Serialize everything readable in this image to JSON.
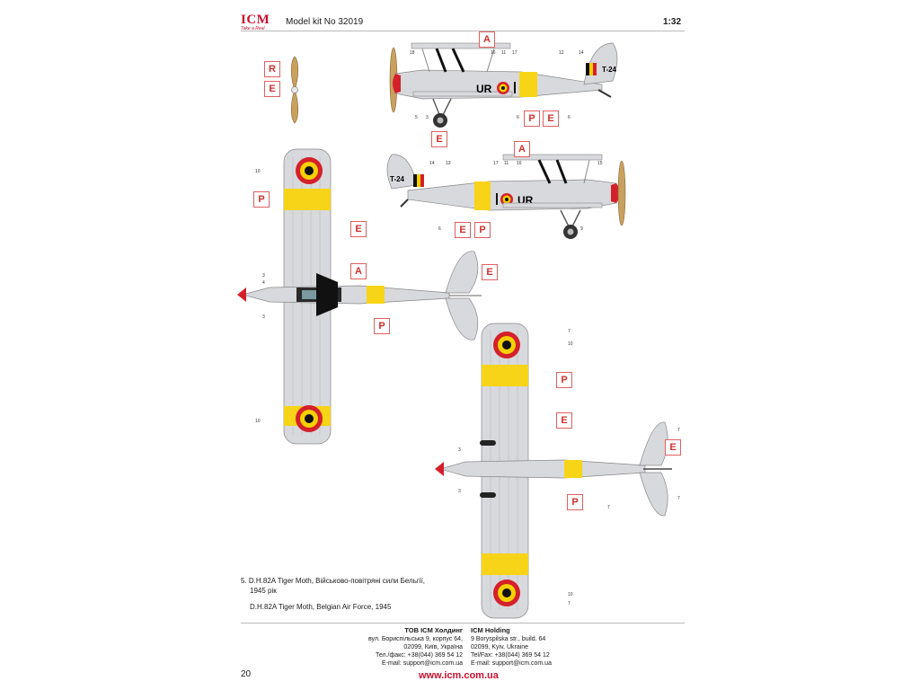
{
  "header": {
    "logo": "ICM",
    "logo_tagline": "Take a Real",
    "kit": "Model kit No 32019",
    "scale": "1:32"
  },
  "key_letters": {
    "A": "A",
    "E": "E",
    "P": "P",
    "R": "R"
  },
  "aircraft": {
    "code_left": "T-24",
    "code_right": "T-24",
    "fuselage_code_left": "UR",
    "fuselage_code_right": "UR"
  },
  "caption": {
    "line1": "5. D.H.82A Tiger Moth, Військово-повітряні сили Бельгії,",
    "line2": "1945 рік",
    "line3": "D.H.82A Tiger Moth, Belgian Air Force, 1945"
  },
  "footer": {
    "ua_company": "ТОВ ICM Холдинг",
    "ua_addr1": "вул. Бориспільська 9, корпус 64,",
    "ua_addr2": "02099, Київ, Україна",
    "ua_tel": "Тел./факс: +38(044) 369 54 12",
    "ua_email": "E-mail: support@icm.com.ua",
    "en_company": "ICM Holding",
    "en_addr1": "9 Boryspilska str., build. 64",
    "en_addr2": "02099, Kyiv, Ukraine",
    "en_tel": "Tel/Fax: +38(044) 369 54 12",
    "en_email": "E-mail: support@icm.com.ua",
    "page_number": "20",
    "website": "www.icm.com.ua"
  },
  "callouts": {
    "n1": "18",
    "n2": "16",
    "n3": "11",
    "n4": "17",
    "n5": "12",
    "n6": "14",
    "n7": "5",
    "n8": "3",
    "n9": "6",
    "n10": "6",
    "n11": "14",
    "n12": "13",
    "n13": "17",
    "n14": "11",
    "n15": "16",
    "n16": "15",
    "n17": "6",
    "n18": "9",
    "n19": "10",
    "n20": "3",
    "n21": "4",
    "n22": "3",
    "n23": "10",
    "n24": "7",
    "n25": "10",
    "n26": "3",
    "n27": "3",
    "n28": "7",
    "n29": "7",
    "n30": "10",
    "n31": "7",
    "n32": "7"
  },
  "colors": {
    "aircraft_silver": "#d8d9dc",
    "identification_yellow": "#f7d417",
    "roundel_red": "#d4202b",
    "roundel_yellow": "#f5d000",
    "roundel_black": "#111111",
    "key_red": "#d03030",
    "prop_wood": "#c8a060"
  }
}
